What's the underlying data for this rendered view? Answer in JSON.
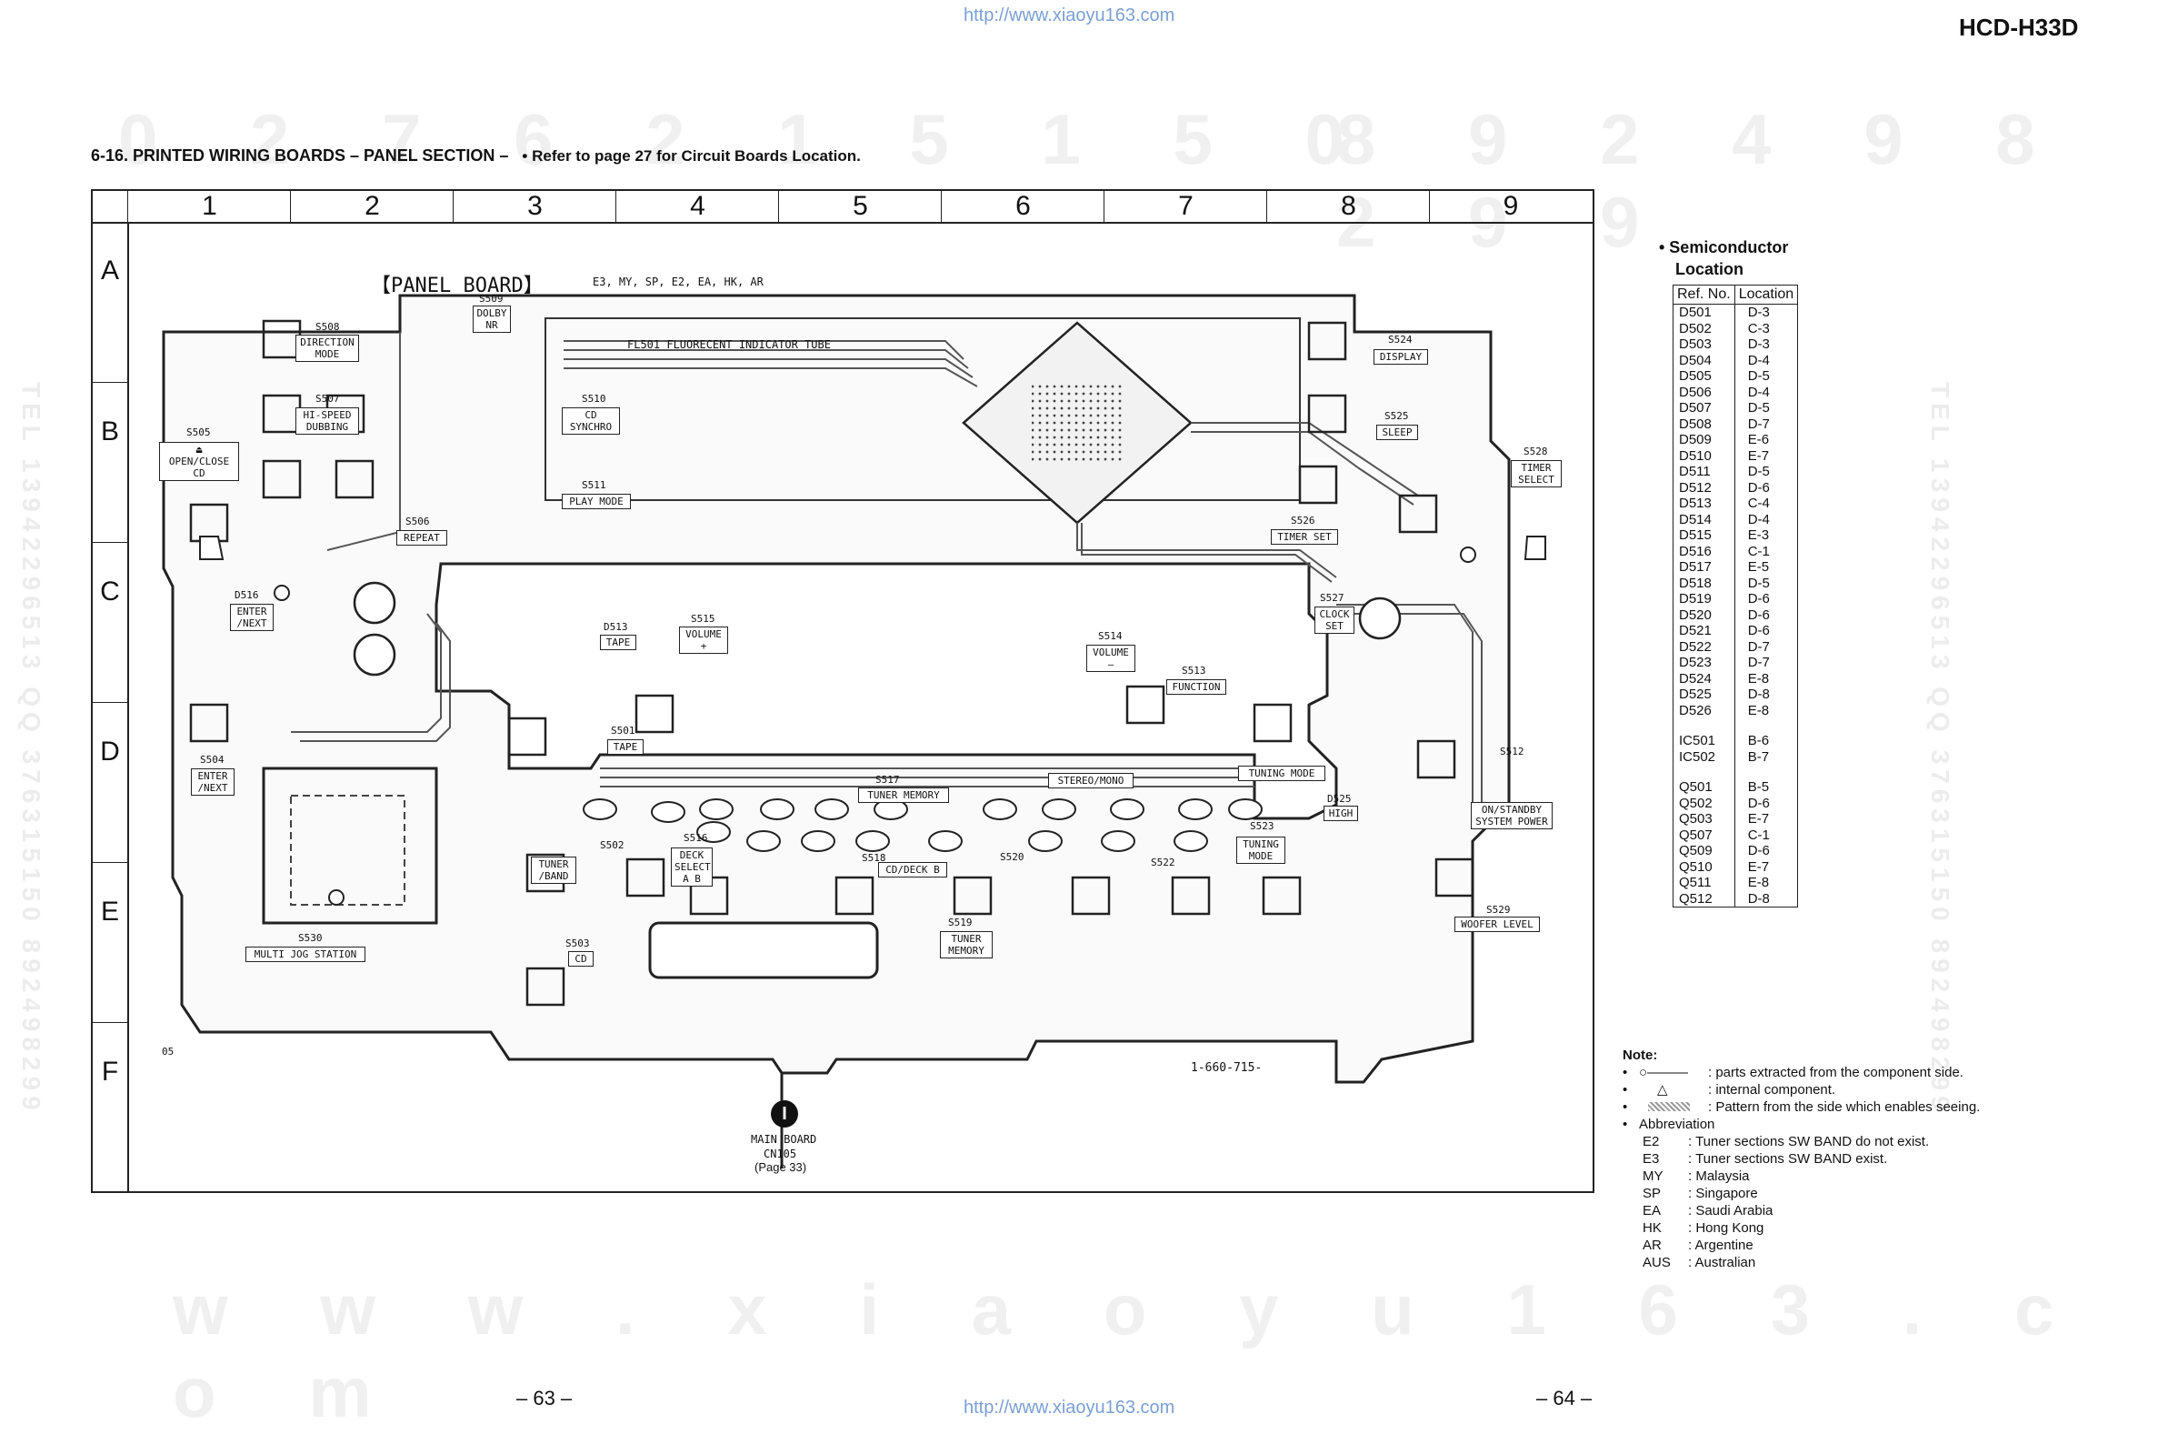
{
  "header": {
    "url_top": "http://www.xiaoyu163.com",
    "url_bottom": "http://www.xiaoyu163.com",
    "model": "HCD-H33D",
    "watermark_digits": "0 2 7 6 2 1 5 1 5 0",
    "watermark_digits_right": "8 9 2 4 9 8 2 9 9",
    "watermark_bottom": "w w w . x i a o y u 1 6 3 . c o m",
    "watermark_right_vertical": "TEL 13942296513 QQ 376315150 892498299"
  },
  "section": {
    "title": "6-16.  PRINTED WIRING BOARDS  – PANEL SECTION –",
    "ref_note": "• Refer to  page 27 for Circuit Boards Location."
  },
  "grid": {
    "columns": [
      "1",
      "2",
      "3",
      "4",
      "5",
      "6",
      "7",
      "8",
      "9"
    ],
    "rows": [
      "A",
      "B",
      "C",
      "D",
      "E",
      "F"
    ]
  },
  "board": {
    "title": "【PANEL BOARD】",
    "abbrev_callout": "E3, MY, SP, E2, EA, HK, AR",
    "part_number": "1-660-715-",
    "corner_code": "05",
    "fl_tube": "FL501  FLUORECENT INDICATOR TUBE",
    "main_board_label": "MAIN BOARD",
    "main_board_conn": "CN105",
    "main_board_page": "(Page 33)",
    "switch_labels": [
      {
        "id": "S509",
        "text": "DOLBY NR"
      },
      {
        "id": "S508",
        "text": "DIRECTION MODE"
      },
      {
        "id": "S507",
        "text": "HI-SPEED DUBBING"
      },
      {
        "id": "S505",
        "text": "OPEN/CLOSE CD"
      },
      {
        "id": "S510",
        "text": "CD SYNCHRO"
      },
      {
        "id": "S511",
        "text": "PLAY MODE"
      },
      {
        "id": "S506",
        "text": "REPEAT"
      },
      {
        "id": "S524",
        "text": "DISPLAY"
      },
      {
        "id": "S525",
        "text": "SLEEP"
      },
      {
        "id": "S528",
        "text": "TIMER SELECT"
      },
      {
        "id": "S526",
        "text": "TIMER SET"
      },
      {
        "id": "S527",
        "text": "CLOCK SET"
      },
      {
        "id": "S515",
        "text": "VOLUME +"
      },
      {
        "id": "S514",
        "text": "VOLUME –"
      },
      {
        "id": "S513",
        "text": "FUNCTION"
      },
      {
        "id": "D513",
        "text": "TAPE"
      },
      {
        "id": "S501",
        "text": "TAPE"
      },
      {
        "id": "S512",
        "text": "ON/STANDBY SYSTEM POWER"
      },
      {
        "id": "S504",
        "text": "ENTER /NEXT"
      },
      {
        "id": "S503",
        "text": "CD"
      },
      {
        "id": "S530",
        "text": "MULTI JOG STATION"
      },
      {
        "id": "S502",
        "text": "TUNER /BAND"
      },
      {
        "id": "S516",
        "text": "DECK SELECT A B"
      },
      {
        "id": "S517",
        "text": "TUNER MEMORY"
      },
      {
        "id": "S519",
        "text": "TUNER MEMORY"
      },
      {
        "id": "S518",
        "text": "CD/DECK B"
      },
      {
        "id": "S520",
        "text": "STEREO/MONO"
      },
      {
        "id": "S522",
        "text": "TUNING MODE"
      },
      {
        "id": "S523",
        "text": "TUNING MODE"
      },
      {
        "id": "S529",
        "text": "WOOFER LEVEL"
      },
      {
        "id": "D525",
        "text": "HIGH"
      },
      {
        "id": "D516",
        "text": "ENTER /NEXT"
      }
    ]
  },
  "semiconductor_table": {
    "heading_line1": "• Semiconductor",
    "heading_line2": "Location",
    "col_ref": "Ref. No.",
    "col_loc": "Location",
    "groups": [
      [
        [
          "D501",
          "D-3"
        ],
        [
          "D502",
          "C-3"
        ],
        [
          "D503",
          "D-3"
        ],
        [
          "D504",
          "D-4"
        ],
        [
          "D505",
          "D-5"
        ],
        [
          "D506",
          "D-4"
        ],
        [
          "D507",
          "D-5"
        ],
        [
          "D508",
          "D-7"
        ],
        [
          "D509",
          "E-6"
        ],
        [
          "D510",
          "E-7"
        ],
        [
          "D511",
          "D-5"
        ],
        [
          "D512",
          "D-6"
        ],
        [
          "D513",
          "C-4"
        ],
        [
          "D514",
          "D-4"
        ],
        [
          "D515",
          "E-3"
        ],
        [
          "D516",
          "C-1"
        ],
        [
          "D517",
          "E-5"
        ],
        [
          "D518",
          "D-5"
        ],
        [
          "D519",
          "D-6"
        ],
        [
          "D520",
          "D-6"
        ],
        [
          "D521",
          "D-6"
        ],
        [
          "D522",
          "D-7"
        ],
        [
          "D523",
          "D-7"
        ],
        [
          "D524",
          "E-8"
        ],
        [
          "D525",
          "D-8"
        ],
        [
          "D526",
          "E-8"
        ]
      ],
      [
        [
          "IC501",
          "B-6"
        ],
        [
          "IC502",
          "B-7"
        ]
      ],
      [
        [
          "Q501",
          "B-5"
        ],
        [
          "Q502",
          "D-6"
        ],
        [
          "Q503",
          "E-7"
        ],
        [
          "Q507",
          "C-1"
        ],
        [
          "Q509",
          "D-6"
        ],
        [
          "Q510",
          "E-7"
        ],
        [
          "Q511",
          "E-8"
        ],
        [
          "Q512",
          "D-8"
        ]
      ]
    ]
  },
  "notes": {
    "heading": "Note:",
    "items": [
      ": parts extracted from the component side.",
      ": internal component.",
      ": Pattern from the side which enables seeing.",
      "Abbreviation"
    ],
    "triangle_symbol": "△",
    "abbreviations": [
      [
        "E2",
        ": Tuner sections SW BAND do not exist."
      ],
      [
        "E3",
        ": Tuner sections SW BAND exist."
      ],
      [
        "MY",
        ": Malaysia"
      ],
      [
        "SP",
        ": Singapore"
      ],
      [
        "EA",
        ": Saudi Arabia"
      ],
      [
        "HK",
        ": Hong Kong"
      ],
      [
        "AR",
        ": Argentine"
      ],
      [
        "AUS",
        ": Australian"
      ]
    ]
  },
  "footer": {
    "page_left": "– 63 –",
    "page_right": "– 64 –"
  }
}
